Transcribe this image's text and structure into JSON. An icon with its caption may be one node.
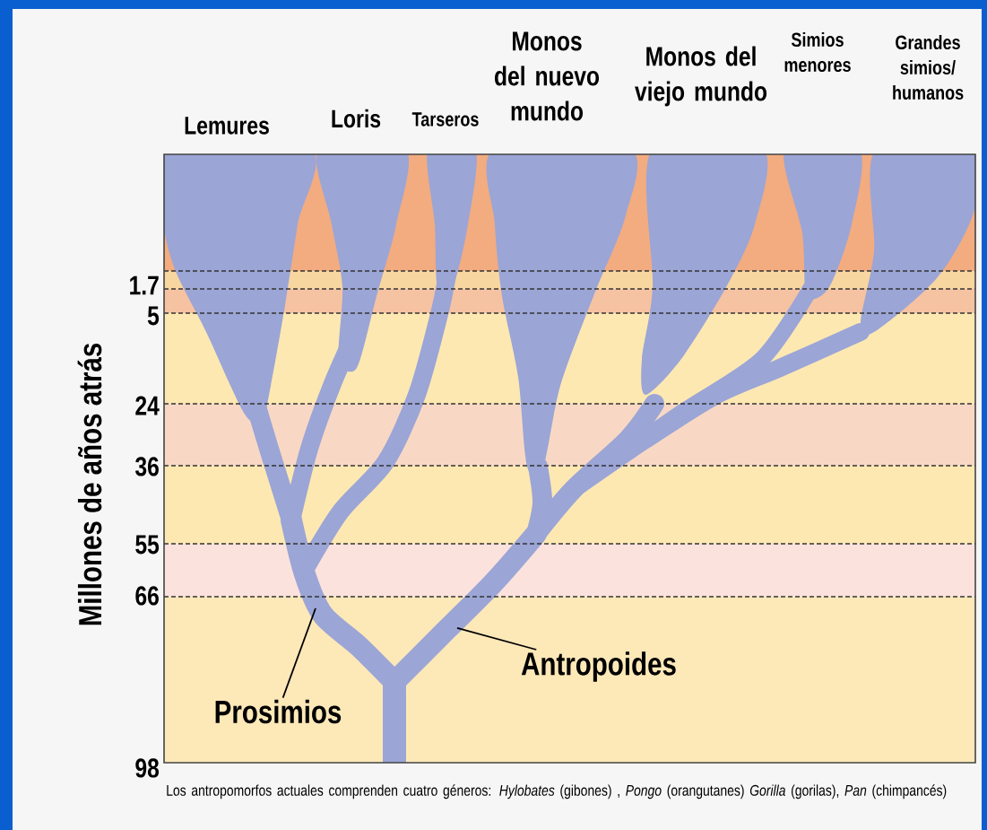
{
  "diagram": {
    "nodes": [
      {
        "text": [
          "Prosimios"
        ]
      },
      {
        "text": [
          "Antropoides"
        ]
      }
    ],
    "edges": [
      {
        "from": 0,
        "to": null,
        "arrow": "none"
      },
      {
        "from": 1,
        "to": null,
        "arrow": "none"
      }
    ],
    "labels": [
      "Lemures",
      "Loris",
      "Tarseros",
      "Monos del nuevo mundo",
      "Monos del viejo mundo",
      "Simios menores",
      "Grandes simios/ humanos",
      "Millones de años atrás",
      "1.7",
      "5",
      "24",
      "36",
      "55",
      "66",
      "98"
    ],
    "caption": "Los antropomorfos actuales comprenden cuatro géneros: *Hylobates* (gibones) , *Pongo* (orangutanes) *Gorilla* (gorilas), *Pan* (chimpancés)"
  }
}
